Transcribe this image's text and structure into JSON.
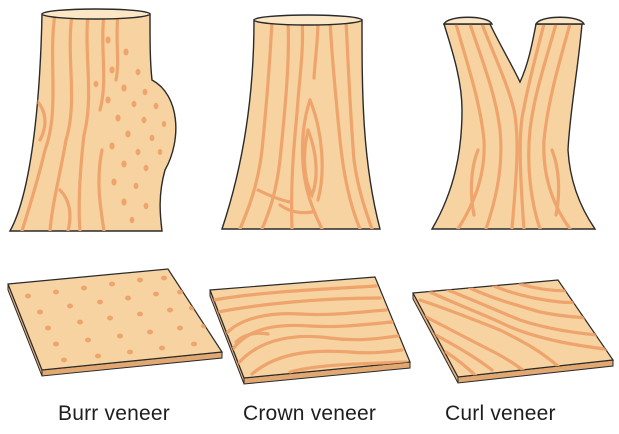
{
  "colors": {
    "wood": "#f6d3a0",
    "grain": "#eea46c",
    "outline": "#2a2a2a",
    "edge": "#e2a872"
  },
  "captions": {
    "burr": "Burr veneer",
    "crown": "Crown veneer",
    "curl": "Curl veneer"
  }
}
